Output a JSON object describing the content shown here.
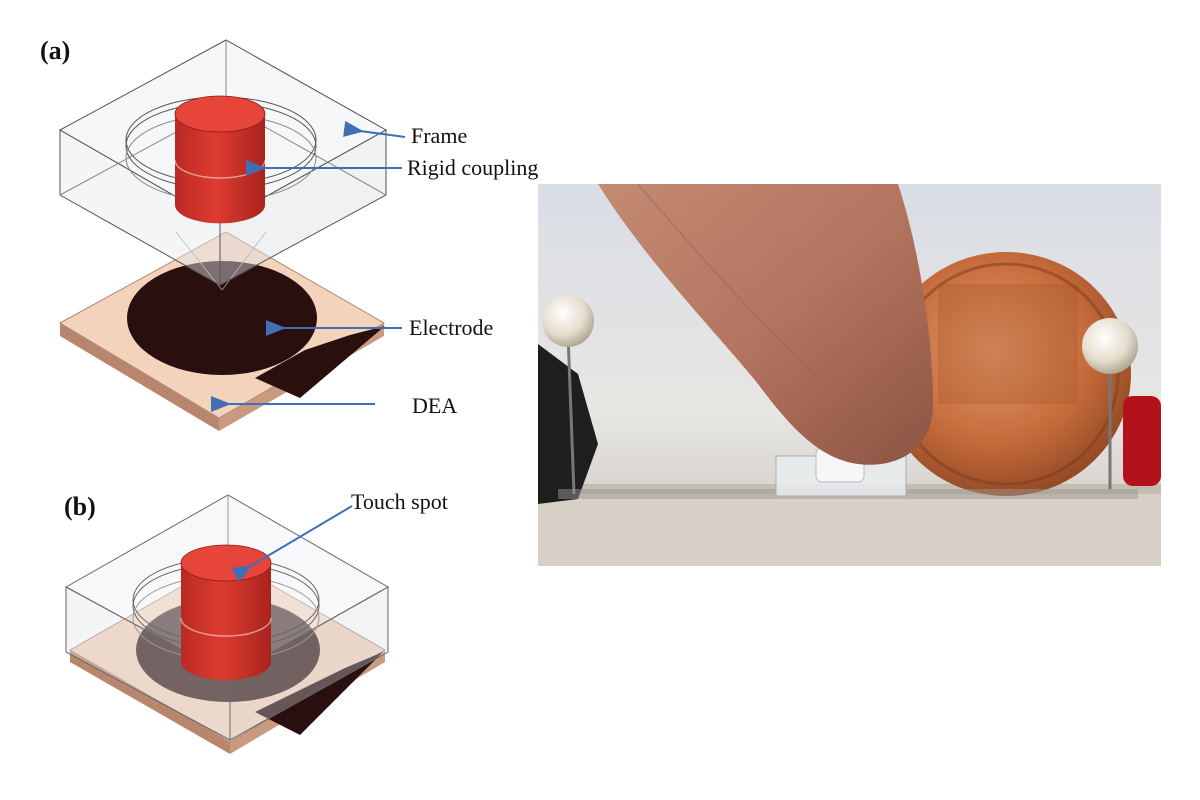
{
  "panels": {
    "a": {
      "label": "(a)",
      "callouts": {
        "frame": "Frame",
        "rigid_coupling": "Rigid coupling",
        "electrode": "Electrode",
        "dea": "DEA"
      }
    },
    "b": {
      "label": "(b)",
      "callouts": {
        "touch_spot": "Touch spot"
      }
    }
  },
  "colors": {
    "coupling": "#d8362c",
    "coupling_top": "#e8453a",
    "dea_top": "#f4d3bd",
    "dea_side": "#c99a80",
    "electrode": "#2a0f0f",
    "frame_line": "#555555",
    "arrow": "#3f6fb5"
  }
}
